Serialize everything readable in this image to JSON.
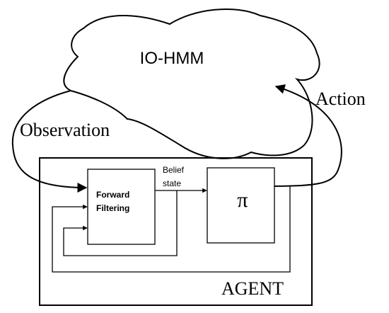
{
  "environment": {
    "label": "IO-HMM"
  },
  "arrows": {
    "observation_label": "Observation",
    "action_label": "Action",
    "belief_label_line1": "Belief",
    "belief_label_line2": "state"
  },
  "agent": {
    "label": "AGENT",
    "filter_label_line1": "Forward",
    "filter_label_line2": "Filtering",
    "policy_symbol": "π"
  },
  "colors": {
    "stroke": "#000000",
    "background": "#ffffff",
    "cloud_fill": "#ffffff"
  }
}
